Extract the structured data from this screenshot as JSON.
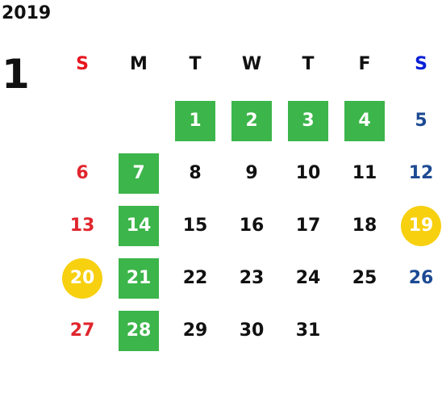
{
  "calendar": {
    "year": "2019",
    "month": "1",
    "weekdays": [
      "S",
      "M",
      "T",
      "W",
      "T",
      "F",
      "S"
    ],
    "colors": {
      "green_highlight": "#3cb54a",
      "yellow_highlight": "#f7d00f",
      "sunday": "#e0262d",
      "saturday": "#1d4a93",
      "header_sunday": "#e8141d",
      "header_saturday": "#0a1fd6"
    },
    "days": [
      {
        "label": "1",
        "row": 0,
        "col": 2,
        "mark": "green"
      },
      {
        "label": "2",
        "row": 0,
        "col": 3,
        "mark": "green"
      },
      {
        "label": "3",
        "row": 0,
        "col": 4,
        "mark": "green"
      },
      {
        "label": "4",
        "row": 0,
        "col": 5,
        "mark": "green"
      },
      {
        "label": "5",
        "row": 0,
        "col": 6,
        "mark": ""
      },
      {
        "label": "6",
        "row": 1,
        "col": 0,
        "mark": ""
      },
      {
        "label": "7",
        "row": 1,
        "col": 1,
        "mark": "green"
      },
      {
        "label": "8",
        "row": 1,
        "col": 2,
        "mark": ""
      },
      {
        "label": "9",
        "row": 1,
        "col": 3,
        "mark": ""
      },
      {
        "label": "10",
        "row": 1,
        "col": 4,
        "mark": ""
      },
      {
        "label": "11",
        "row": 1,
        "col": 5,
        "mark": ""
      },
      {
        "label": "12",
        "row": 1,
        "col": 6,
        "mark": ""
      },
      {
        "label": "13",
        "row": 2,
        "col": 0,
        "mark": ""
      },
      {
        "label": "14",
        "row": 2,
        "col": 1,
        "mark": "green"
      },
      {
        "label": "15",
        "row": 2,
        "col": 2,
        "mark": ""
      },
      {
        "label": "16",
        "row": 2,
        "col": 3,
        "mark": ""
      },
      {
        "label": "17",
        "row": 2,
        "col": 4,
        "mark": ""
      },
      {
        "label": "18",
        "row": 2,
        "col": 5,
        "mark": ""
      },
      {
        "label": "19",
        "row": 2,
        "col": 6,
        "mark": "yellow"
      },
      {
        "label": "20",
        "row": 3,
        "col": 0,
        "mark": "yellow"
      },
      {
        "label": "21",
        "row": 3,
        "col": 1,
        "mark": "green"
      },
      {
        "label": "22",
        "row": 3,
        "col": 2,
        "mark": ""
      },
      {
        "label": "23",
        "row": 3,
        "col": 3,
        "mark": ""
      },
      {
        "label": "24",
        "row": 3,
        "col": 4,
        "mark": ""
      },
      {
        "label": "25",
        "row": 3,
        "col": 5,
        "mark": ""
      },
      {
        "label": "26",
        "row": 3,
        "col": 6,
        "mark": ""
      },
      {
        "label": "27",
        "row": 4,
        "col": 0,
        "mark": ""
      },
      {
        "label": "28",
        "row": 4,
        "col": 1,
        "mark": "green"
      },
      {
        "label": "29",
        "row": 4,
        "col": 2,
        "mark": ""
      },
      {
        "label": "30",
        "row": 4,
        "col": 3,
        "mark": ""
      },
      {
        "label": "31",
        "row": 4,
        "col": 4,
        "mark": ""
      }
    ]
  }
}
